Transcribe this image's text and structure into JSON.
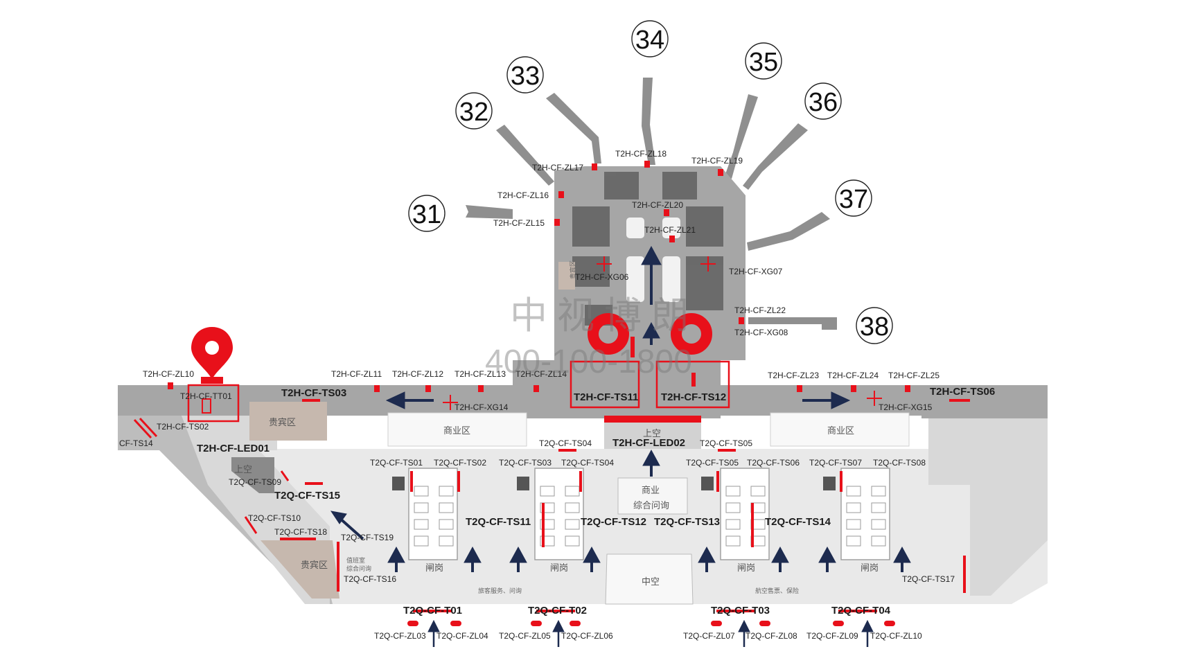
{
  "watermark": {
    "brand": "中视博朗",
    "phone": "400-100-1800"
  },
  "gates": [
    "31",
    "32",
    "33",
    "34",
    "35",
    "36",
    "37",
    "38"
  ],
  "pier_labels": {
    "zl10": "T2H-CF-ZL10",
    "zl11": "T2H-CF-ZL11",
    "zl12": "T2H-CF-ZL12",
    "zl13": "T2H-CF-ZL13",
    "zl14": "T2H-CF-ZL14",
    "zl15": "T2H-CF-ZL15",
    "zl16": "T2H-CF-ZL16",
    "zl17": "T2H-CF-ZL17",
    "zl18": "T2H-CF-ZL18",
    "zl19": "T2H-CF-ZL19",
    "zl20": "T2H-CF-ZL20",
    "zl21": "T2H-CF-ZL21",
    "zl22": "T2H-CF-ZL22",
    "zl23": "T2H-CF-ZL23",
    "zl24": "T2H-CF-ZL24",
    "zl25": "T2H-CF-ZL25",
    "xg06": "T2H-CF-XG06",
    "xg07": "T2H-CF-XG07",
    "xg08": "T2H-CF-XG08",
    "xg14": "T2H-CF-XG14",
    "xg15": "T2H-CF-XG15",
    "tt01": "T2H-CF-TT01",
    "ts02": "T2H-CF-TS02",
    "ts14": "CF-TS14"
  },
  "big_labels": {
    "ts03": "T2H-CF-TS03",
    "ts06": "T2H-CF-TS06",
    "ts11": "T2H-CF-TS11",
    "ts12": "T2H-CF-TS12",
    "led01": "T2H-CF-LED01",
    "led02": "T2H-CF-LED02",
    "q_ts15": "T2Q-CF-TS15",
    "q_ts11": "T2Q-CF-TS11",
    "q_ts12": "T2Q-CF-TS12",
    "q_ts13": "T2Q-CF-TS13",
    "q_ts14": "T2Q-CF-TS14",
    "q_t01": "T2Q-CF-T01",
    "q_t02": "T2Q-CF-T02",
    "q_t03": "T2Q-CF-T03",
    "q_t04": "T2Q-CF-T04"
  },
  "hall_labels": {
    "ts04h": "T2Q-CF-TS04",
    "ts05h": "T2Q-CF-TS05",
    "ts01": "T2Q-CF-TS01",
    "ts02": "T2Q-CF-TS02",
    "ts03": "T2Q-CF-TS03",
    "ts04": "T2Q-CF-TS04",
    "ts05": "T2Q-CF-TS05",
    "ts06": "T2Q-CF-TS06",
    "ts07": "T2Q-CF-TS07",
    "ts08": "T2Q-CF-TS08",
    "ts09": "T2Q-CF-TS09",
    "ts10": "T2Q-CF-TS10",
    "ts16": "T2Q-CF-TS16",
    "ts17": "T2Q-CF-TS17",
    "ts18": "T2Q-CF-TS18",
    "ts19": "T2Q-CF-TS19",
    "zl03": "T2Q-CF-ZL03",
    "zl04": "T2Q-CF-ZL04",
    "zl05": "T2Q-CF-ZL05",
    "zl06": "T2Q-CF-ZL06",
    "zl07": "T2Q-CF-ZL07",
    "zl08": "T2Q-CF-ZL08",
    "zl09": "T2Q-CF-ZL09",
    "zl10": "T2Q-CF-ZL10"
  },
  "zones": {
    "vip1": "贵宾区",
    "vip2": "贵宾区",
    "vip3": "贵宾区",
    "biz1": "商业区",
    "biz2": "商业区",
    "void_up": "上空",
    "void_left": "上空",
    "service1": "商业",
    "service2": "综合问询",
    "gate_area": "闸岗",
    "center": "中空",
    "counter1": "旅客服务、问询",
    "counter2": "航空售票、保险",
    "tiny1": "值班室",
    "tiny2": "综合问询"
  },
  "colors": {
    "accent": "#e8101a",
    "floor": "#a6a6a6",
    "hall": "#e9e9e9",
    "vip": "#c6b8ae",
    "arrow": "#1d2b4f"
  }
}
